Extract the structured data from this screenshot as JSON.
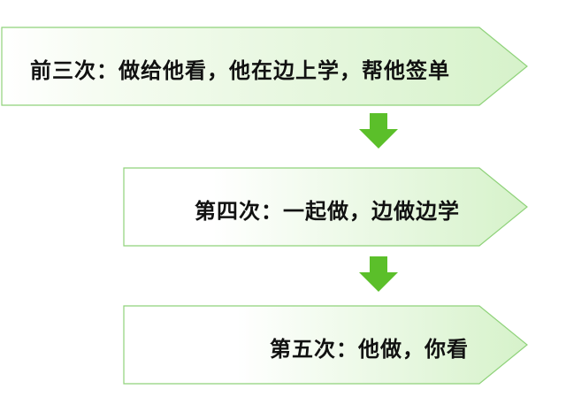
{
  "steps": [
    {
      "label": "前三次：做给他看，他在边上学，帮他签单"
    },
    {
      "label": "第四次：一起做，边做边学"
    },
    {
      "label": "第五次：他做，你看"
    }
  ],
  "colors": {
    "banner_fill_light": "#ffffff",
    "banner_fill_dark": "#d8f3cc",
    "banner_border": "#8fd27a",
    "arrow_fill": "#5bbf2a",
    "text": "#111111"
  },
  "icons": {
    "down_arrow": "down-arrow-icon",
    "step_banner": "chevron-banner-shape"
  }
}
